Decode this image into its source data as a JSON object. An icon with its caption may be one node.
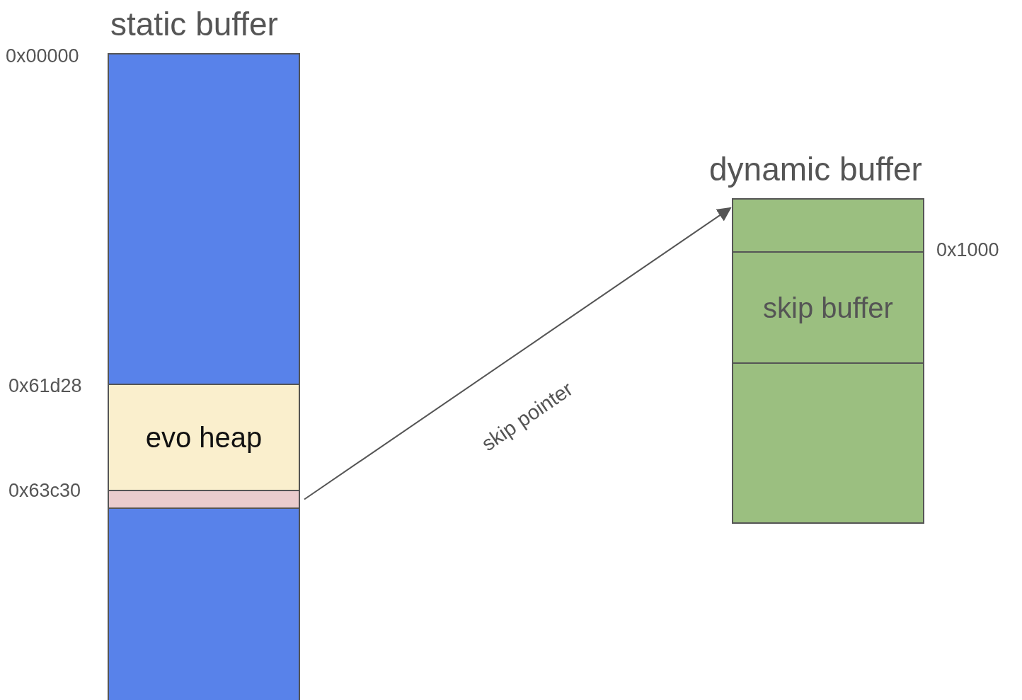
{
  "diagram": {
    "nodes": [
      {
        "text": [
          "static buffer"
        ]
      },
      {
        "text": [
          "evo heap"
        ],
        "in": 0
      },
      {
        "text": [],
        "shape": "bar",
        "in": 0
      },
      {
        "text": [
          "dynamic buffer"
        ]
      },
      {
        "text": [
          "skip buffer"
        ],
        "in": 3
      }
    ],
    "edges": [
      {
        "from": 2,
        "to": 3,
        "arrow": "to",
        "label": "skip pointer"
      }
    ],
    "labels": [
      "0x00000",
      "0x61d28",
      "0x63c30",
      "0x1000"
    ]
  }
}
